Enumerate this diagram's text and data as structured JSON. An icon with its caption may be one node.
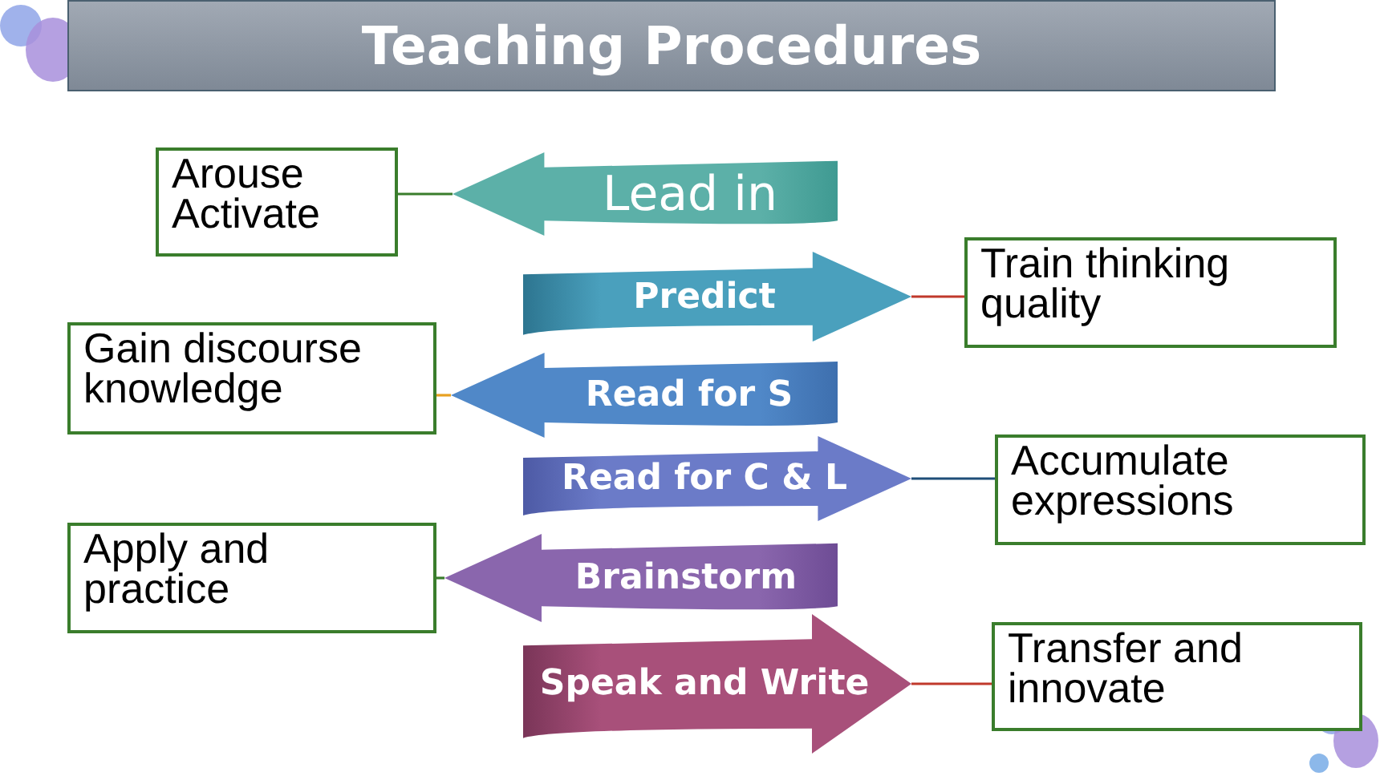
{
  "diagram": {
    "title": "Teaching Procedures",
    "nodes": [
      {
        "text": [
          "Arouse Activate"
        ]
      },
      {
        "text": [
          "Lead in"
        ]
      },
      {
        "text": [
          "Predict"
        ]
      },
      {
        "text": [
          "Train thinking quality"
        ]
      },
      {
        "text": [
          "Gain discourse knowledge"
        ]
      },
      {
        "text": [
          "Read for S"
        ]
      },
      {
        "text": [
          "Read for C & L"
        ]
      },
      {
        "text": [
          "Accumulate expressions"
        ]
      },
      {
        "text": [
          "Apply and practice"
        ]
      },
      {
        "text": [
          "Brainstorm"
        ]
      },
      {
        "text": [
          "Speak and Write"
        ]
      },
      {
        "text": [
          "Transfer and innovate"
        ]
      }
    ],
    "edges": [
      {
        "from": 1,
        "to": 0,
        "arrow": "none",
        "color": "#3a7d2c"
      },
      {
        "from": 2,
        "to": 3,
        "arrow": "none",
        "color": "#c0392b"
      },
      {
        "from": 5,
        "to": 4,
        "arrow": "none",
        "color": "#e8a020"
      },
      {
        "from": 6,
        "to": 7,
        "arrow": "none",
        "color": "#1f4e79"
      },
      {
        "from": 9,
        "to": 8,
        "arrow": "none",
        "color": "#3a7d2c"
      },
      {
        "from": 10,
        "to": 11,
        "arrow": "none",
        "color": "#c0392b"
      }
    ]
  }
}
